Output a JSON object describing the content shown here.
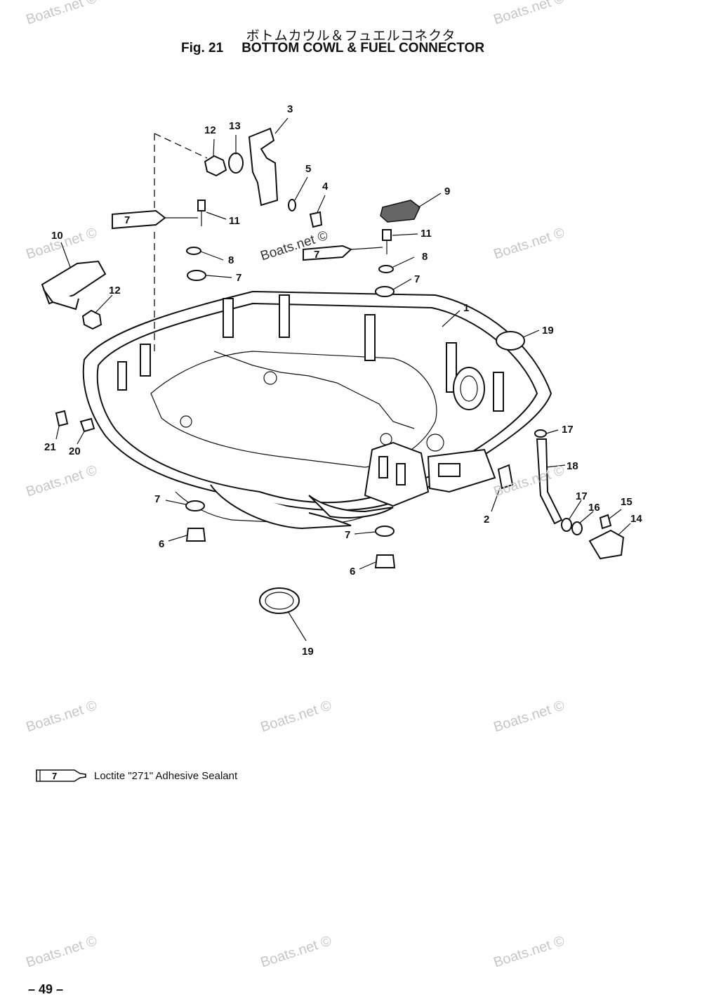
{
  "header": {
    "title_jp": "ボトムカウル＆フュエルコネクタ",
    "fig_label": "Fig. 21",
    "title_en": "BOTTOM COWL & FUEL CONNECTOR"
  },
  "watermark": "Boats.net ©",
  "callouts": {
    "c1": "1",
    "c2": "2",
    "c3": "3",
    "c4": "4",
    "c5": "5",
    "c6a": "6",
    "c6b": "6",
    "c7a": "7",
    "c7b": "7",
    "c7c": "7",
    "c7d": "7",
    "c8a": "8",
    "c8b": "8",
    "c9": "9",
    "c10": "10",
    "c11a": "11",
    "c11b": "11",
    "c12a": "12",
    "c12b": "12",
    "c13": "13",
    "c14": "14",
    "c15": "15",
    "c16": "16",
    "c17a": "17",
    "c17b": "17",
    "c18": "18",
    "c19a": "19",
    "c19b": "19",
    "c20": "20",
    "c21": "21",
    "tube_a": "7",
    "tube_b": "7"
  },
  "legend": {
    "tube_number": "7",
    "text": "Loctite \"271\" Adhesive Sealant"
  },
  "footer": {
    "page_number": "– 49 –"
  }
}
